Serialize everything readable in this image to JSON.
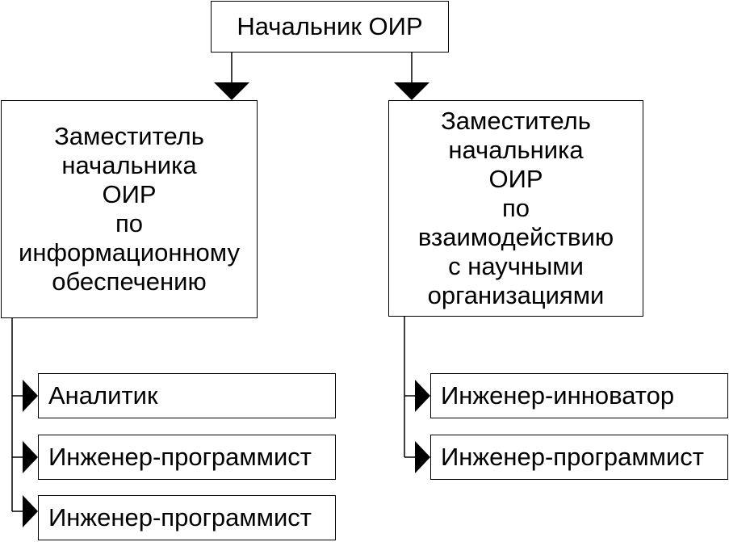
{
  "root": {
    "label": "Начальник ОИР"
  },
  "deputies": [
    {
      "lines": [
        "Заместитель",
        "начальника",
        "ОИР",
        "по",
        "информационному",
        "обеспечению"
      ],
      "staff": [
        "Аналитик",
        "Инженер-программист",
        "Инженер-программист"
      ]
    },
    {
      "lines": [
        "Заместитель",
        "начальника",
        "ОИР",
        "по",
        "взаимодействию",
        "с научными",
        "организациями"
      ],
      "staff": [
        "Инженер-инноватор",
        "Инженер-программист"
      ]
    }
  ]
}
